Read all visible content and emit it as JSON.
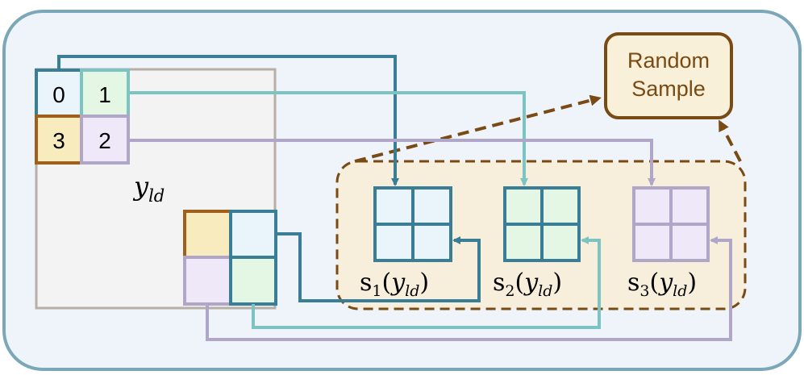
{
  "grid": {
    "cells": [
      {
        "label": "0"
      },
      {
        "label": "1"
      },
      {
        "label": "3"
      },
      {
        "label": "2"
      }
    ],
    "y_label": "y",
    "y_sub": "ld"
  },
  "random_sample": {
    "line1": "Random",
    "line2": "Sample"
  },
  "samples": [
    {
      "fn": "s",
      "index": "1",
      "arg": "y",
      "arg_sub": "ld"
    },
    {
      "fn": "s",
      "index": "2",
      "arg": "y",
      "arg_sub": "ld"
    },
    {
      "fn": "s",
      "index": "3",
      "arg": "y",
      "arg_sub": "ld"
    }
  ],
  "colors": {
    "outer_border": "#7aa8b8",
    "outer_fill": "#eef4fa",
    "frame": "#b7aea5",
    "frame_fill": "#f3f3f3",
    "blue": "#3a7d96",
    "teal": "#7cc4c4",
    "lavender": "#b0a6c8",
    "brown": "#7a4a14",
    "cell_blue_fill": "#eaf4fb",
    "cell_green_fill": "#e4f6e4",
    "cell_yellow_fill": "#f8ebbd",
    "cell_purple_fill": "#efe8f8",
    "panel_fill": "#f7efdc",
    "rs_fill": "#f8f0d8"
  }
}
